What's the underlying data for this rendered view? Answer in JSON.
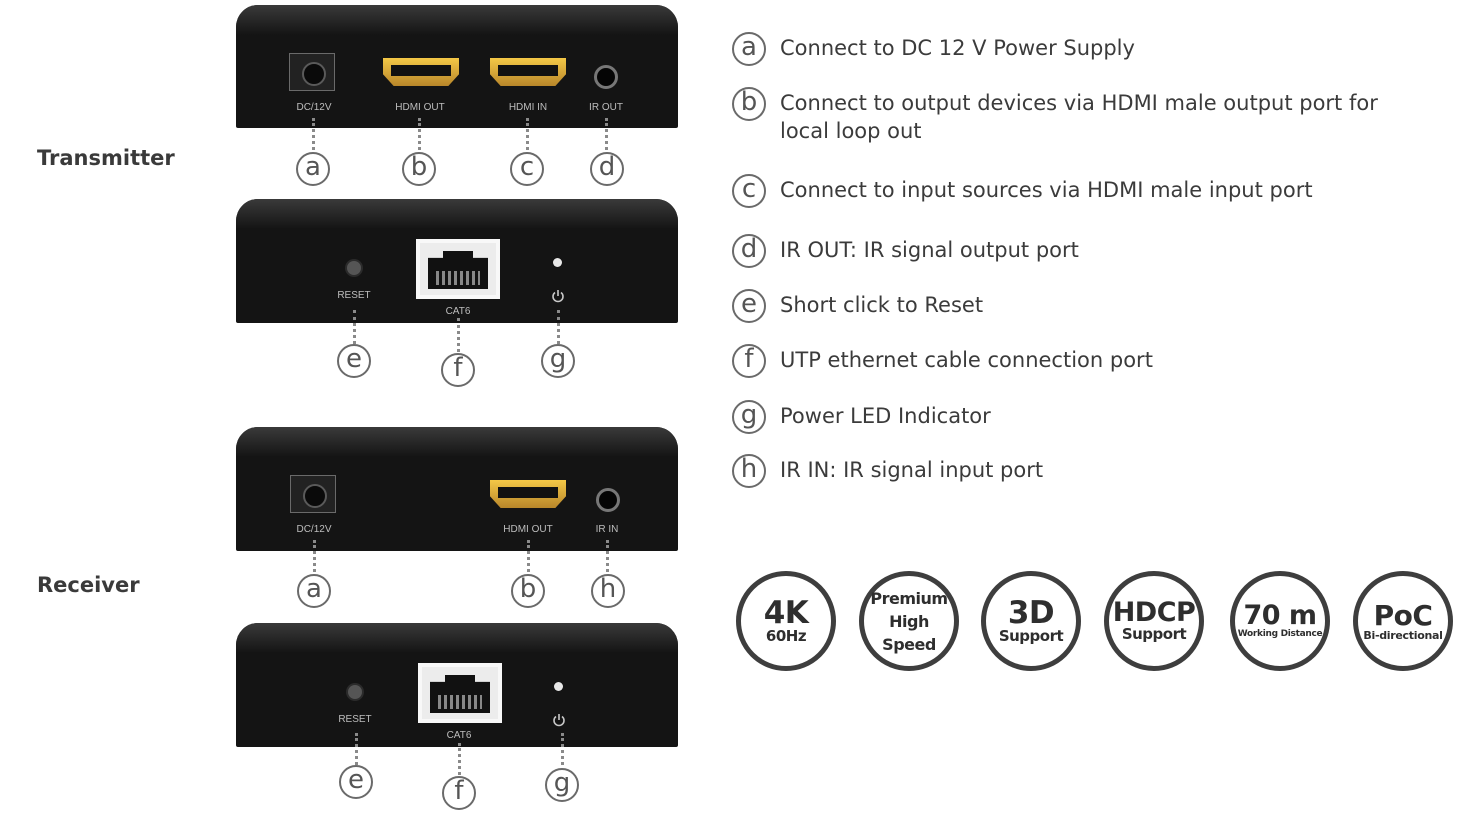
{
  "sections": {
    "transmitter": "Transmitter",
    "receiver": "Receiver"
  },
  "transmitter_back": {
    "dc": "DC/12V",
    "hdmi_out": "HDMI OUT",
    "hdmi_in": "HDMI IN",
    "ir_out": "IR OUT",
    "callouts": [
      "a",
      "b",
      "c",
      "d"
    ]
  },
  "transmitter_front": {
    "reset": "RESET",
    "cat6": "CAT6",
    "callouts": [
      "e",
      "f",
      "g"
    ]
  },
  "receiver_back": {
    "dc": "DC/12V",
    "hdmi_out": "HDMI OUT",
    "ir_in": "IR IN",
    "callouts": [
      "a",
      "b",
      "h"
    ]
  },
  "receiver_front": {
    "reset": "RESET",
    "cat6": "CAT6",
    "callouts": [
      "e",
      "f",
      "g"
    ]
  },
  "legend": [
    {
      "letter": "a",
      "text": "Connect to DC 12 V Power Supply"
    },
    {
      "letter": "b",
      "text": "Connect to output devices via HDMI male output port for local loop out"
    },
    {
      "letter": "c",
      "text": "Connect to input sources via HDMI male input port"
    },
    {
      "letter": "d",
      "text": "IR OUT: IR signal output port"
    },
    {
      "letter": "e",
      "text": "Short click to Reset"
    },
    {
      "letter": "f",
      "text": "UTP ethernet cable connection port"
    },
    {
      "letter": "g",
      "text": "Power LED Indicator"
    },
    {
      "letter": "h",
      "text": "IR IN: IR signal input port"
    }
  ],
  "badges": [
    {
      "line1": "4K",
      "line2": "60Hz"
    },
    {
      "line1": "Premium",
      "line2": "High",
      "line3": "Speed"
    },
    {
      "line1": "3D",
      "line2": "Support"
    },
    {
      "line1": "HDCP",
      "line2": "Support"
    },
    {
      "line1": "70 m",
      "line2": "Working Distance"
    },
    {
      "line1": "PoC",
      "line2": "Bi-directional"
    }
  ],
  "colors": {
    "device_body": "#141414",
    "hdmi_gold": "#d9a637",
    "badge_ring": "#3e3e3e",
    "text_dark": "#3b3b3b"
  }
}
